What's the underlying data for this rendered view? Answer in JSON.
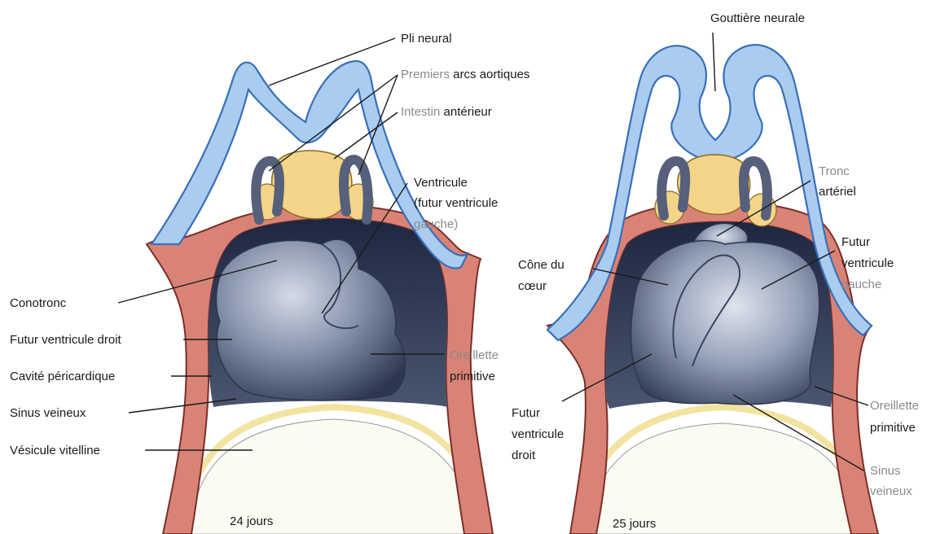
{
  "colors": {
    "neural": "#a9ccf0",
    "neural_outline": "#3a6fb8",
    "pericardium": "#d98377",
    "pericardium_outline": "#7a2f2a",
    "heart": "#8c98b0",
    "heart_dark": "#2c3650",
    "gut": "#f4d488",
    "yolk_band": "#f2e3a0"
  },
  "left_panel": {
    "caption": "24 jours",
    "labels": {
      "pli_neural": "Pli neural",
      "premiers": "Premiers",
      "arcs_aortiques": " arcs aortiques",
      "intestin": "Intestin",
      "anterieur": " antérieur",
      "ventricule_1": "Ventricule",
      "ventricule_2": "(futur ventricule",
      "ventricule_3": "gauche)",
      "conotronc": "Conotronc",
      "futur_ventricule_droit": "Futur ventricule droit",
      "cavite_pericardique": "Cavité péricardique",
      "sinus_veineux": "Sinus veineux",
      "vesicule_vitelline": "Vésicule vitelline",
      "oreillette_1": "Oreillette",
      "oreillette_2": "primitive"
    }
  },
  "right_panel": {
    "caption": "25 jours",
    "labels": {
      "gouttiere_neurale": "Gouttière neurale",
      "tronc_1": "Tronc",
      "tronc_2": "artériel",
      "futur_vg_1": "Futur",
      "futur_vg_2": "ventricule",
      "futur_vg_3": "gauche",
      "cone_1": "Cône du",
      "cone_2": "cœur",
      "futur_vd_1": "Futur",
      "futur_vd_2": "ventricule",
      "futur_vd_3": "droit",
      "oreillette_1": "Oreillette",
      "oreillette_2": "primitive",
      "sinus_1": "Sinus",
      "sinus_2": "veineux"
    }
  }
}
